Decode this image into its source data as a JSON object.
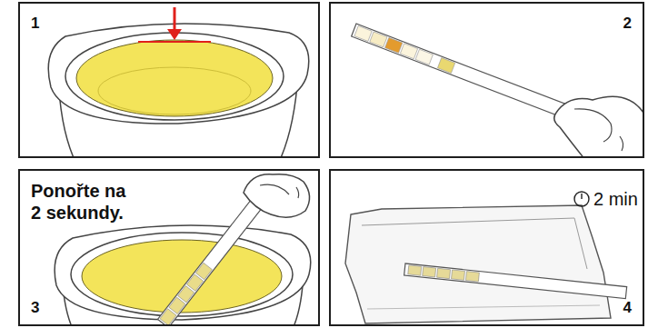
{
  "diagram": {
    "nodes": [
      {
        "text": [
          "1"
        ]
      },
      {
        "text": [
          "2"
        ]
      },
      {
        "text": [
          "Ponořte na 2 sekundy.",
          "3"
        ]
      },
      {
        "text": [
          "2 min",
          "4"
        ]
      }
    ]
  }
}
